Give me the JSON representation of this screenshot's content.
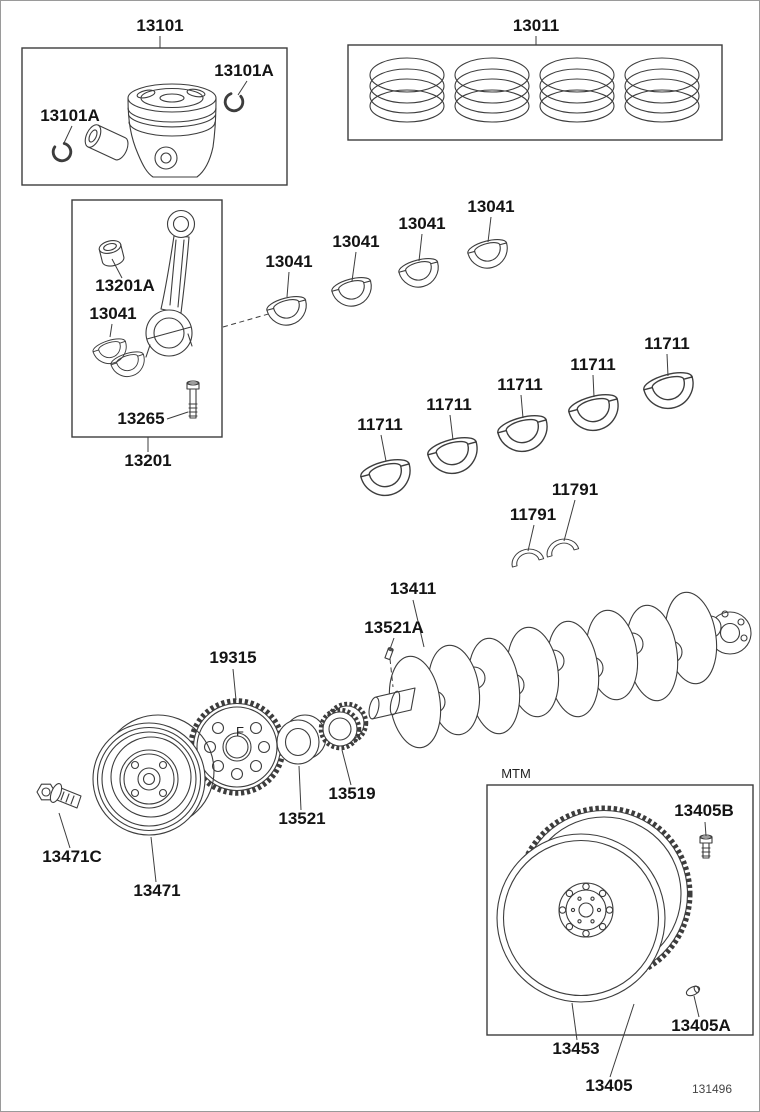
{
  "diagram": {
    "drawing_number": "131496",
    "transmission_tag": "MTM",
    "front_mark": "F"
  },
  "parts": {
    "piston_sub_assy": "13101",
    "piston_pin_hole_snap_ring": "13101A",
    "piston_ring_set": "13011",
    "connecting_rod_sub_assy": "13201",
    "connecting_rod_bushing": "13201A",
    "connecting_rod_bearing": "13041",
    "connecting_rod_bolt": "13265",
    "crankshaft_bearing": "11711",
    "crankshaft_thrust_washer": "11791",
    "crankshaft": "13411",
    "crankshaft_key": "13521A",
    "crank_angle_sensor_plate": "19315",
    "crankshaft_timing_gear": "13521",
    "crankshaft_sprocket": "13519",
    "crankshaft_pulley": "13471",
    "crankshaft_pulley_bolt": "13471C",
    "flywheel_sub_assy": "13453",
    "flywheel_assy": "13405",
    "flywheel_pin": "13405A",
    "flywheel_bolt": "13405B"
  }
}
